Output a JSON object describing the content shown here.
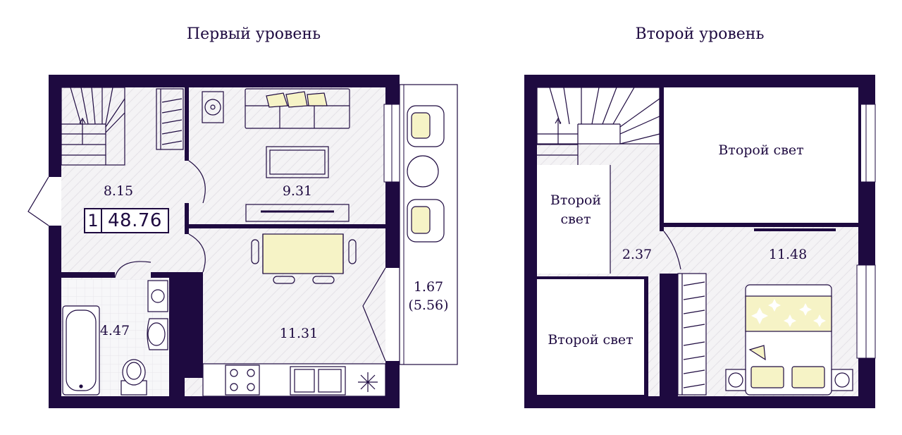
{
  "levels": {
    "first": {
      "title": "Первый уровень",
      "rooms_count": "1",
      "total_area": "48.76",
      "rooms": {
        "hall": "8.15",
        "living": "9.31",
        "kitchen": "11.31",
        "bath": "4.47",
        "balcony_line1": "1.67",
        "balcony_line2": "(5.56)"
      }
    },
    "second": {
      "title": "Второй уровень",
      "rooms": {
        "corridor": "2.37",
        "bedroom": "11.48"
      },
      "second_light_top": "Второй свет",
      "second_light_left_line1": "Второй",
      "second_light_left_line2": "свет",
      "second_light_bottom": "Второй свет"
    }
  },
  "colors": {
    "wall": "#1e0a40",
    "floor": "#f3f2f4",
    "accent_furniture": "#f6f3c6",
    "line": "#1e0a40"
  }
}
